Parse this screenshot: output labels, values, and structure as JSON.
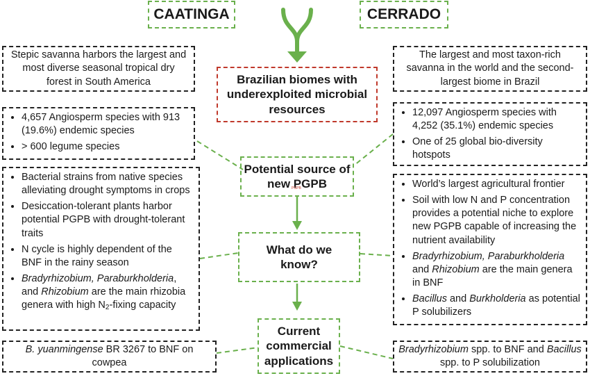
{
  "biomes": {
    "left": "CAATINGA",
    "right": "CERRADO"
  },
  "center": {
    "brazil": "Brazilian biomes with underexploited microbial resources",
    "source": "Potential source of new PGPB",
    "source_mark": "PGPB",
    "know": "What do we know?",
    "apps": "Current commercial applications"
  },
  "caatinga": {
    "desc": "Stepic savanna harbors the largest and most diverse seasonal tropical dry forest in South America",
    "species": [
      "4,657 Angiosperm species with 913 (19.6%) endemic species",
      "> 600 legume species"
    ],
    "knowledge": {
      "k1": "Bacterial strains from native species alleviating drought symptoms in crops",
      "k2": "Desiccation-tolerant plants harbor potential PGPB with drought-tolerant traits",
      "k3": "N cycle is highly dependent of the BNF in the rainy season",
      "k4_g1": "Bradyrhizobium, Paraburkholderia",
      "k4_s1": ", and ",
      "k4_g2": "Rhizobium",
      "k4_s2": " are the main rhizobia genera with high N",
      "k4_sub": "2",
      "k4_s3": "-fixing capacity"
    },
    "app_italic": "B. yuanmingense",
    "app_rest": " BR 3267 to BNF on cowpea"
  },
  "cerrado": {
    "desc": "The largest and most taxon-rich savanna in the world and the second-largest biome in Brazil",
    "species": [
      "12,097 Angiosperm species with 4,252 (35.1%) endemic species",
      "One of 25 global bio-diversity hotspots"
    ],
    "knowledge": {
      "k1": "World’s largest agricultural frontier",
      "k2": "Soil with low N and P concentration provides a potential niche to explore new PGPB capable of increasing the nutrient availability",
      "k3_g1": "Bradyrhizobium, Paraburkholderia",
      "k3_s1": " and ",
      "k3_g2": "Rhizobium",
      "k3_s2": " are the main genera in BNF",
      "k4_g1": "Bacillus",
      "k4_s1": " and ",
      "k4_g2": "Burkholderia",
      "k4_s2": " as potential P solubilizers"
    },
    "app_g1": "Bradyrhizobium",
    "app_s1": " spp. to BNF and ",
    "app_g2": "Bacillus",
    "app_s2": " spp. to P solubilization"
  },
  "colors": {
    "green": "#6ab04c",
    "red": "#c0392b",
    "black": "#222222"
  }
}
